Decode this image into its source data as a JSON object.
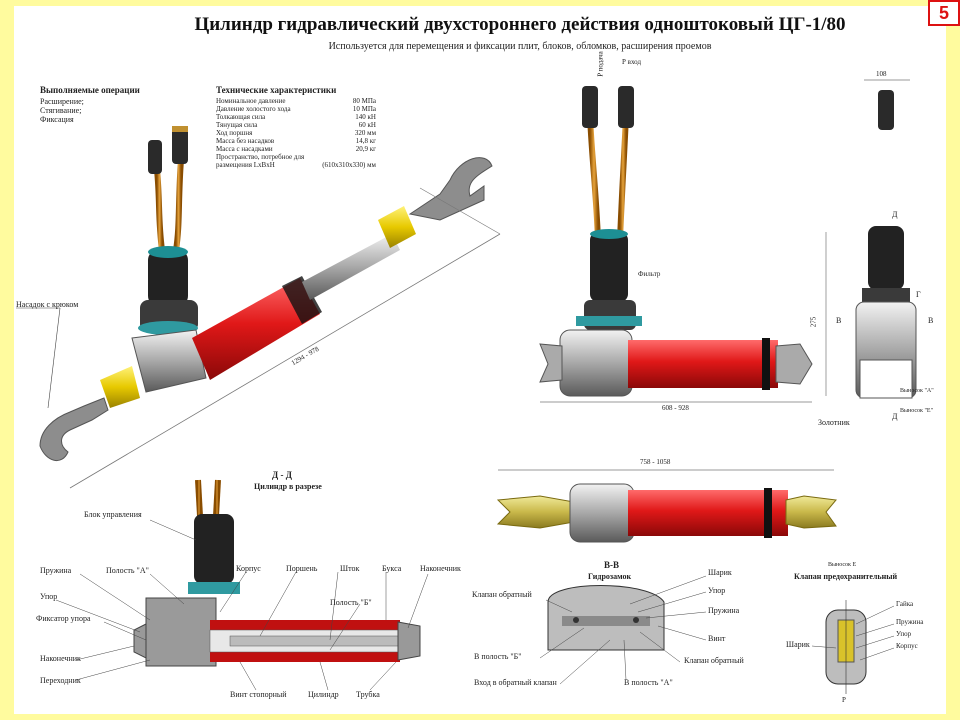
{
  "badge": "5",
  "title": "Цилиндр гидравлический двухстороннего действия одноштоковый ЦГ-1/80",
  "subtitle": "Используется для перемещения и фиксации плит, блоков, обломков, расширения проемов",
  "operations": {
    "heading": "Выполняемые операции",
    "items": [
      "Расширение;",
      "Стягивание;",
      "Фиксация"
    ]
  },
  "specs": {
    "heading": "Технические характеристики",
    "rows": [
      {
        "name": "Номинальное давление",
        "value": "80 МПа"
      },
      {
        "name": "Давление холостого хода",
        "value": "10 МПа"
      },
      {
        "name": "Толкающая сила",
        "value": "140 кН"
      },
      {
        "name": "Тянущая сила",
        "value": "60 кН"
      },
      {
        "name": "Ход поршня",
        "value": "320 мм"
      },
      {
        "name": "Масса без насадков",
        "value": "14,8 кг"
      },
      {
        "name": "Масса с насадками",
        "value": "20,9 кг"
      },
      {
        "name": "Пространство, потребное для размещения LxBxH",
        "value": "(610х310х330) мм"
      }
    ]
  },
  "labels": {
    "nasadok": "Насадок с крюком",
    "dim_main": "1294 - 978",
    "p_supply": "P подача",
    "p_in": "Р вход",
    "filter": "Фильтр",
    "dim_side_w": "608 - 928",
    "dim_side_h": "275",
    "dim_top": "108",
    "d_mark_top": "Д",
    "g_mark": "Г",
    "v_left": "В",
    "v_right": "В",
    "view_a": "Выносок \"А\"",
    "view_e": "Выносок \"Е\"",
    "zolotnik": "Золотник",
    "d_mark_bottom": "Д",
    "section_title": "Д - Д",
    "section_sub": "Цилиндр в разрезе",
    "dim_bottom": "758 - 1058",
    "blok": "Блок управления",
    "pruzhina": "Пружина",
    "polost_a": "Полость \"А\"",
    "korpus": "Корпус",
    "porshen": "Поршень",
    "shtok": "Шток",
    "buksa": "Букса",
    "nakonechnik_r": "Наконечник",
    "upor": "Упор",
    "polost_b": "Полость \"Б\"",
    "fiksator": "Фиксатор упора",
    "nakonechnik_l": "Наконечник",
    "perekhodnik": "Переходник",
    "vint_st": "Винт стопорный",
    "cilindr": "Цилиндр",
    "trubka": "Трубка",
    "bb_title": "В-В",
    "bb_sub": "Гидрозамок",
    "klapan_obr_l": "Клапан обратный",
    "sharik_bb": "Шарик",
    "upor_bb": "Упор",
    "pruzhina_bb": "Пружина",
    "vint_bb": "Винт",
    "v_polost_b": "В полость \"Б\"",
    "klapan_obr_r": "Клапан обратный",
    "vhod": "Вход в обратный клапан",
    "v_polost_a": "В полость \"А\"",
    "e_title": "Выносок Е",
    "e_sub": "Клапан предохранительный",
    "sharik_e": "Шарик",
    "gayka": "Гайка",
    "pruzhina_e": "Пружина",
    "upor_e": "Упор",
    "korpus_e": "Корпус",
    "p_e": "P"
  }
}
